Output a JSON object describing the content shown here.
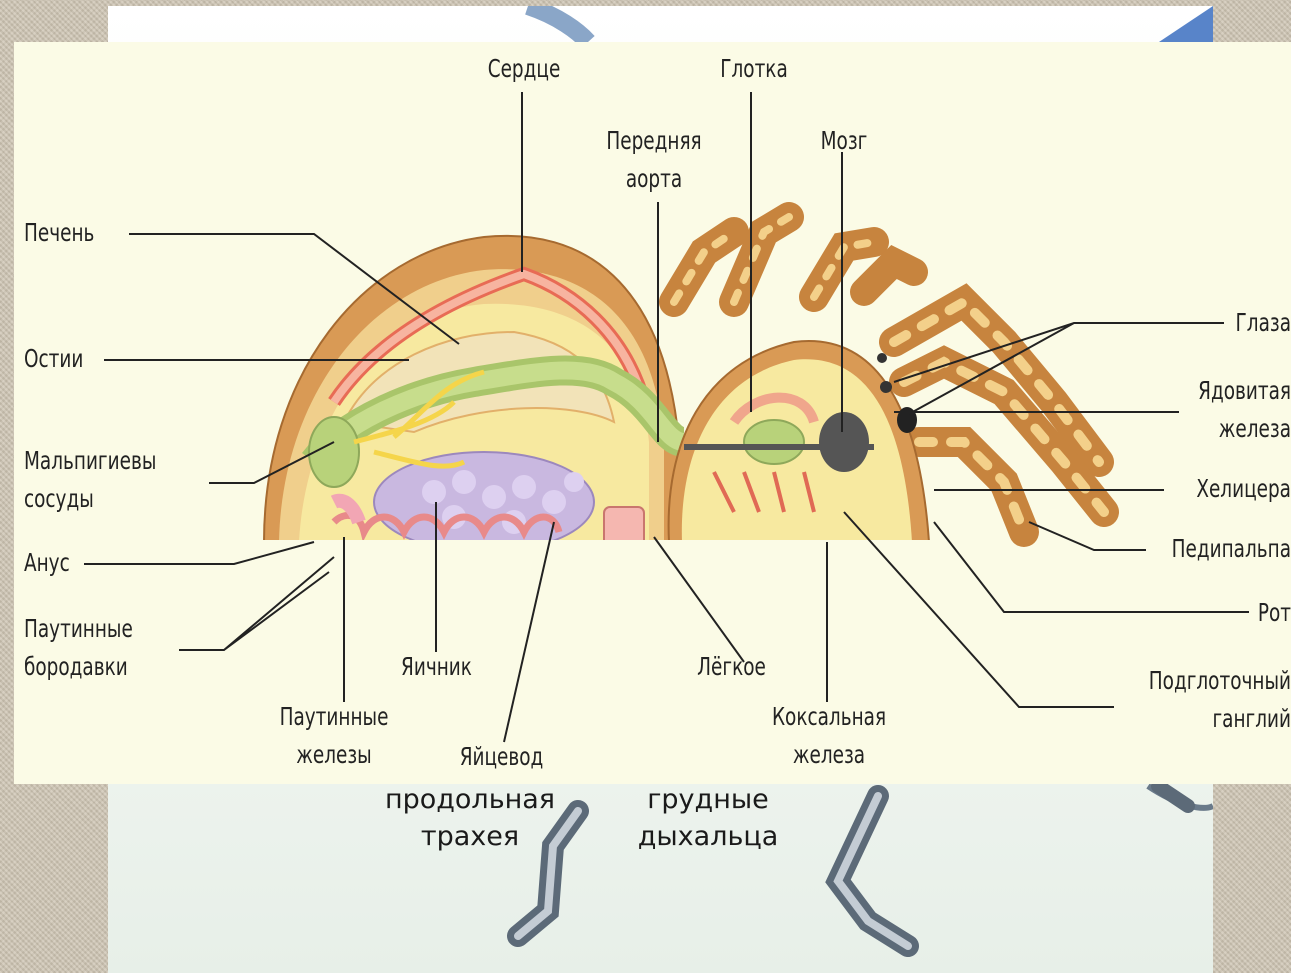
{
  "diagram": {
    "labels": {
      "serdce": "Сердце",
      "glotka": "Глотка",
      "perednyaya_aorta_1": "Передняя",
      "perednyaya_aorta_2": "аорта",
      "mozg": "Мозг",
      "pechen": "Печень",
      "ostii": "Остии",
      "malpigievy_1": "Мальпигиевы",
      "malpigievy_2": "сосуды",
      "anus": "Анус",
      "pautinnye_borodavki_1": "Паутинные",
      "pautinnye_borodavki_2": "бородавки",
      "yaichnik": "Яичник",
      "pautinnye_zhelezy_1": "Паутинные",
      "pautinnye_zhelezy_2": "железы",
      "yajcevod": "Яйцевод",
      "legkoe": "Лёгкое",
      "koksalnaya_1": "Коксальная",
      "koksalnaya_2": "железа",
      "glaza": "Глаза",
      "yadovitaya_1": "Ядовитая",
      "yadovitaya_2": "железа",
      "helicera": "Хелицера",
      "pedipalpa": "Педипальпа",
      "rot": "Рот",
      "podglotochnyj_1": "Подглоточный",
      "podglotochnyj_2": "ганглий"
    }
  },
  "background_slide": {
    "labels": {
      "prodolnaya_1": "продольная",
      "prodolnaya_2": "трахея",
      "grudnye_1": "грудные",
      "grudnye_2": "дыхальца"
    }
  },
  "colors": {
    "page_bg": "#cfc6b4",
    "diagram_bg": "#fbfbe6",
    "carapace": "#d99a55",
    "interior": "#f7e9a0",
    "heart": "#f0a68c",
    "gut": "#b8d27a",
    "ovary": "#c9b8e0",
    "nerve": "#555555",
    "leg": "#d18f48"
  }
}
